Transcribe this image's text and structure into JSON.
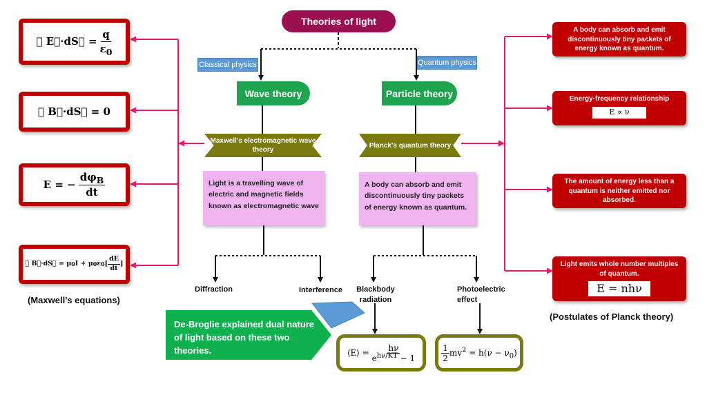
{
  "title": "Theories of light",
  "tags": {
    "classical": "Classical physics",
    "quantum": "Quantum physics"
  },
  "wave_theory": {
    "label": "Wave theory",
    "ribbon": "Maxwell's electromagnetic wave theory",
    "description": "Light is a travelling wave of electric and magnetic fields known as electromagnetic wave",
    "leaves": [
      "Diffraction",
      "Interference"
    ]
  },
  "particle_theory": {
    "label": "Particle theory",
    "ribbon": "Planck's quantum theory",
    "description": "A body can absorb and emit discontinuously tiny packets of energy known as quantum.",
    "leaves": [
      "Blackbody radiation",
      "Photoelectric effect"
    ]
  },
  "maxwell": {
    "caption": "(Maxwell’s equations)"
  },
  "planck": {
    "caption": "(Postulates of Planck theory)",
    "postulates": [
      "A body can absorb and emit discontinuously tiny packets of energy known as quantum.",
      "Energy-frequency relationship",
      "The amount of energy less than a quantum is neither emitted nor absorbed.",
      "Light emits whole number multiples of quantum."
    ]
  },
  "debroglie": "De-Broglie explained dual nature of light based on these two theories.",
  "colors": {
    "title": "#9c1052",
    "wire": "#e8196b",
    "green": "#1ea34e",
    "olive": "#7a7a10",
    "red": "#c00000",
    "pink": "#efb4f0",
    "tag": "#5b9bd5"
  }
}
